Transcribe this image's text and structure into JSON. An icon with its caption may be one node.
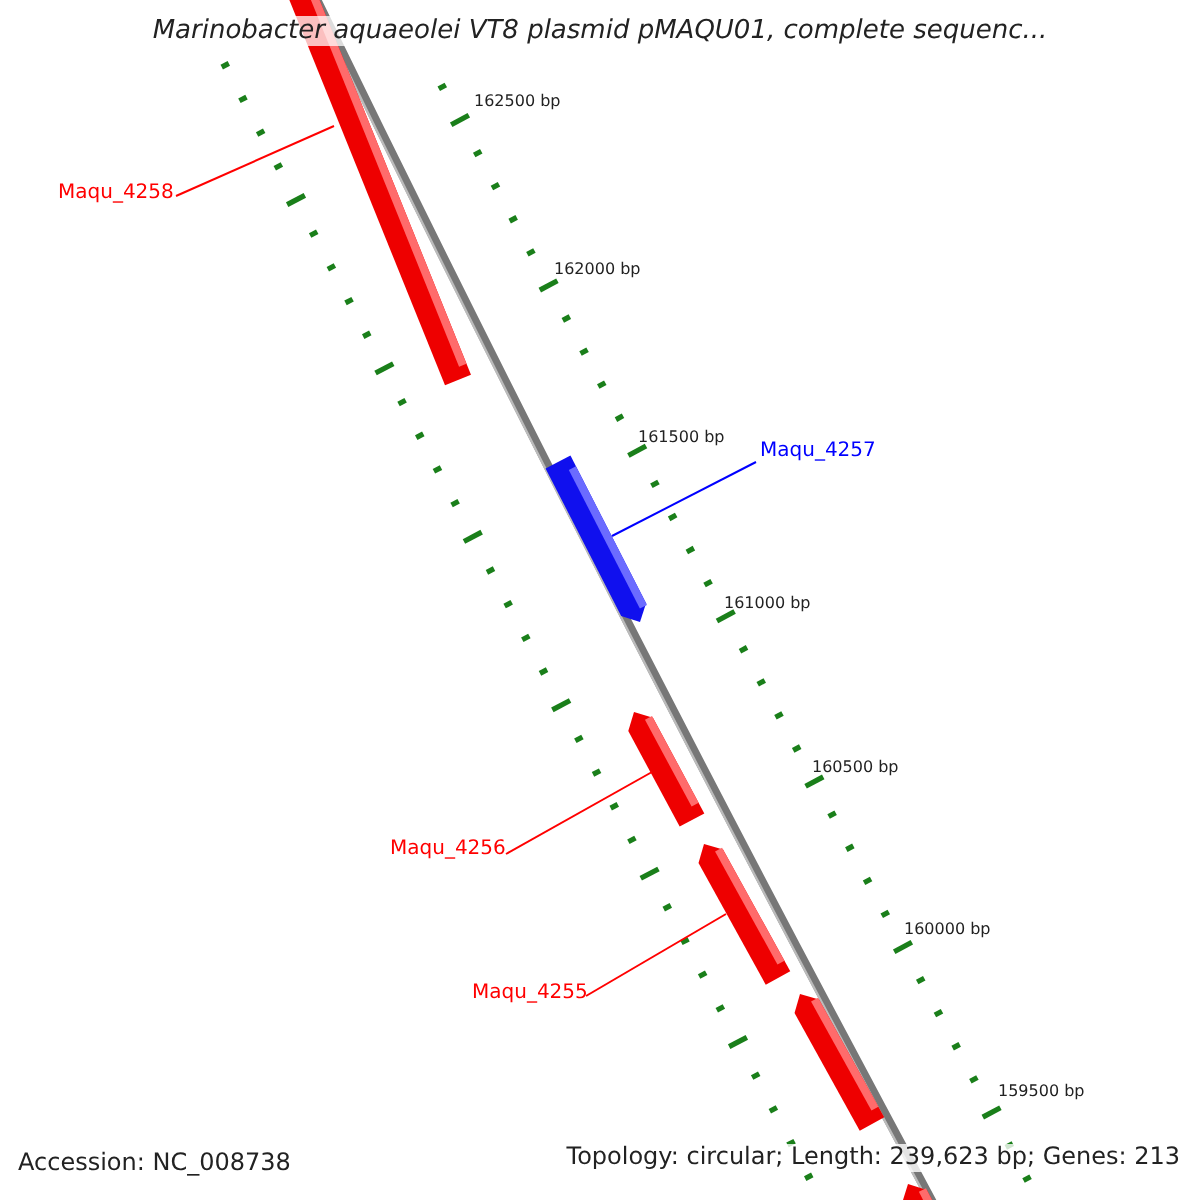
{
  "diagram": {
    "title": "Marinobacter aquaeolei VT8 plasmid pMAQU01, complete sequenc...",
    "nodes": [
      {
        "text": [
          "Maqu_4258"
        ]
      },
      {
        "text": [],
        "shape": "bar"
      },
      {
        "text": [
          "Maqu_4257"
        ]
      },
      {
        "text": [],
        "shape": "bar"
      },
      {
        "text": [
          "Maqu_4256"
        ]
      },
      {
        "text": [],
        "shape": "bar"
      },
      {
        "text": [
          "Maqu_4255"
        ]
      },
      {
        "text": [],
        "shape": "bar"
      },
      {
        "text": [],
        "shape": "bar"
      },
      {
        "text": [],
        "shape": "bar"
      }
    ],
    "edges": [
      {
        "from": 0,
        "to": 1,
        "arrow": "none"
      },
      {
        "from": 2,
        "to": 3,
        "arrow": "none",
        "color": "#0000ff"
      },
      {
        "from": 4,
        "to": 5,
        "arrow": "none"
      },
      {
        "from": 6,
        "to": 7,
        "arrow": "none"
      }
    ],
    "labels": [
      "162500 bp",
      "162000 bp",
      "161500 bp",
      "161000 bp",
      "160500 bp",
      "160000 bp",
      "159500 bp",
      "Accession: NC_008738",
      "Topology: circular; Length: 239,623 bp; Genes: 213"
    ]
  }
}
